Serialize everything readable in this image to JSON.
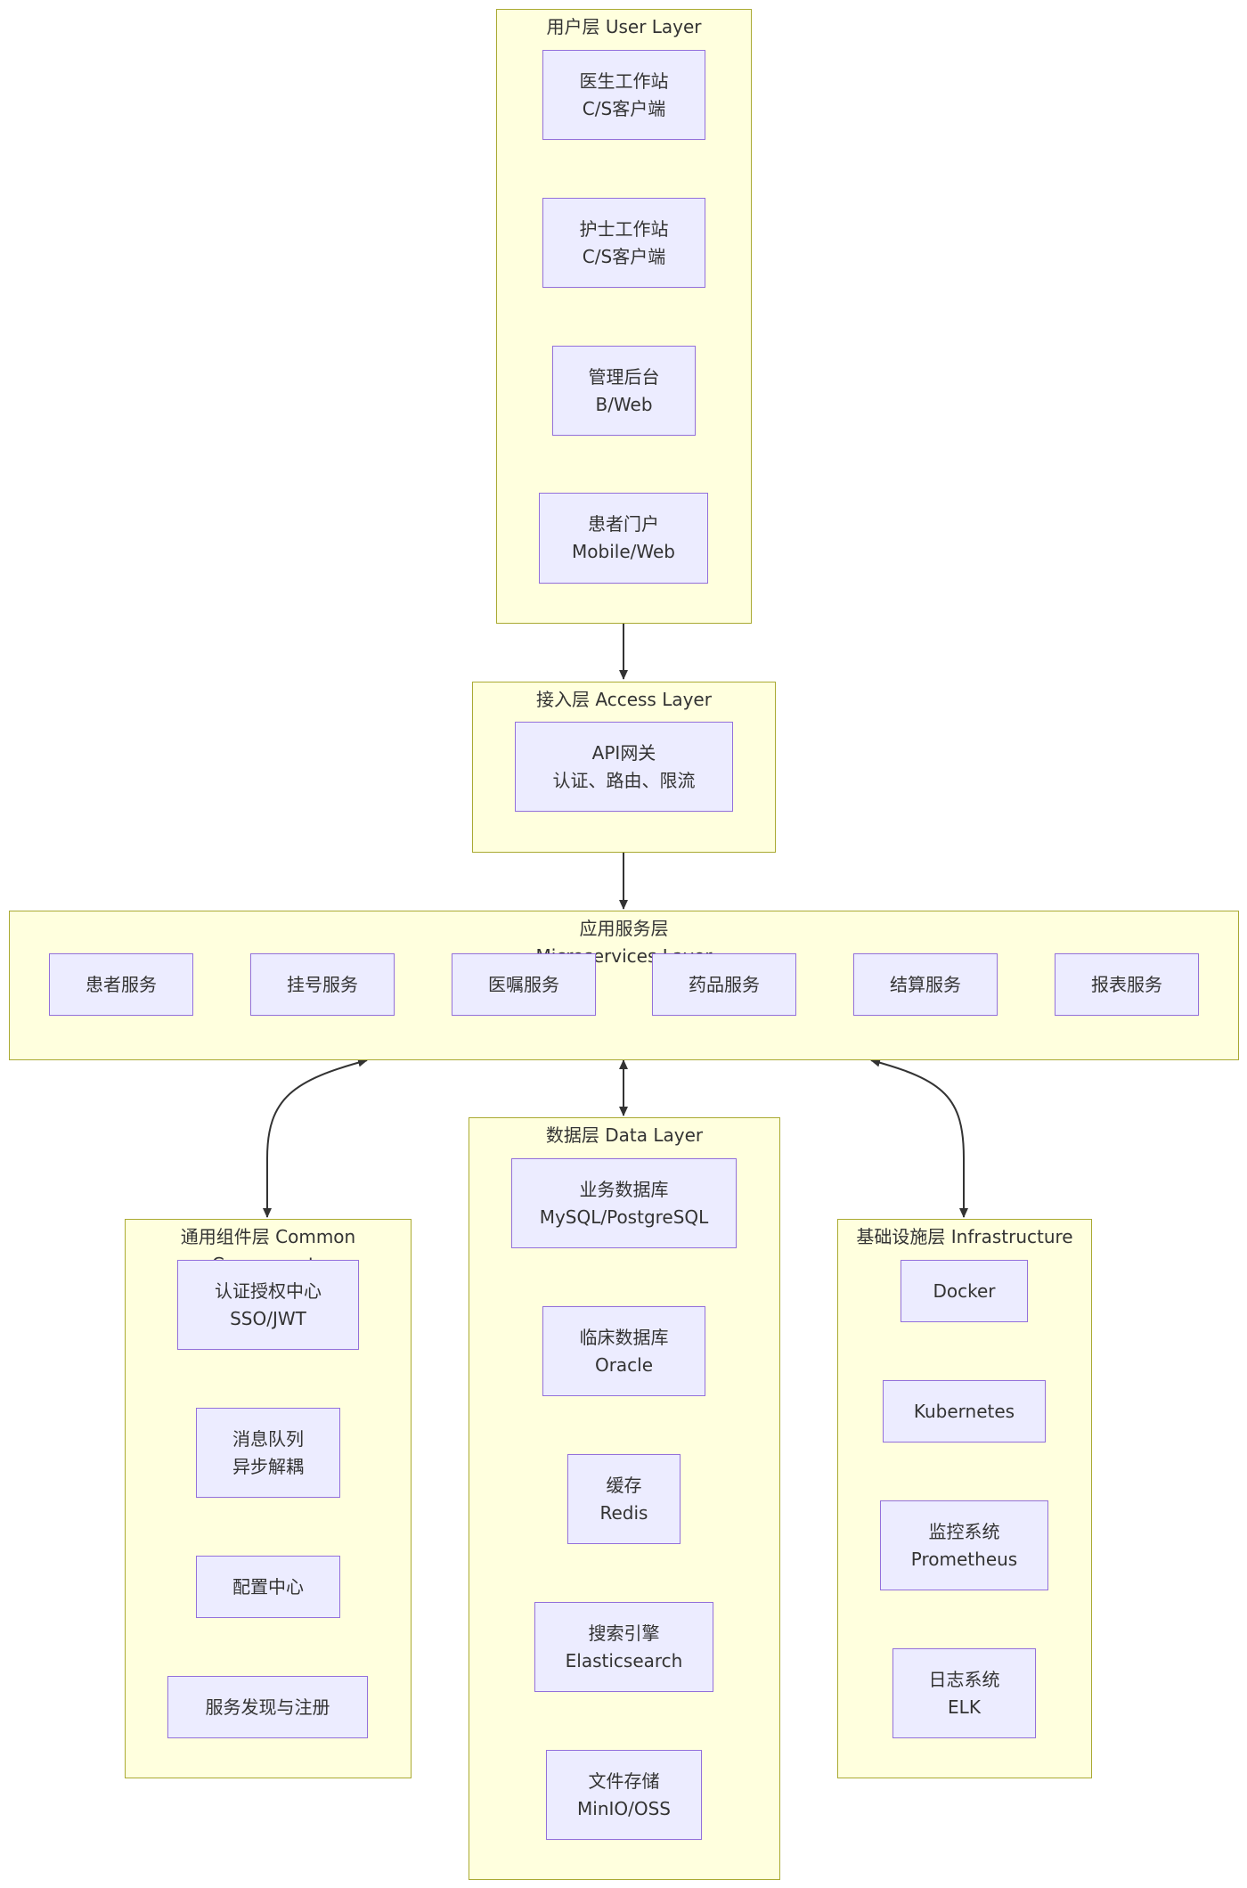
{
  "colors": {
    "cluster_fill": "#ffffde",
    "cluster_border": "#aaaa33",
    "node_fill": "#ececff",
    "node_border": "#9370db",
    "edge": "#333333",
    "text": "#333333"
  },
  "layers": {
    "user": {
      "title": "用户层 User Layer",
      "nodes": [
        "医生工作站\nC/S客户端",
        "护士工作站\nC/S客户端",
        "管理后台\nB/Web",
        "患者门户\nMobile/Web"
      ]
    },
    "access": {
      "title": "接入层 Access Layer",
      "nodes": [
        "API网关\n认证、路由、限流"
      ]
    },
    "services": {
      "title": "应用服务层\nMicroservices Layer",
      "nodes": [
        "患者服务",
        "挂号服务",
        "医嘱服务",
        "药品服务",
        "结算服务",
        "报表服务"
      ]
    },
    "common": {
      "title": "通用组件层 Common\nComponents",
      "nodes": [
        "认证授权中心\nSSO/JWT",
        "消息队列\n异步解耦",
        "配置中心",
        "服务发现与注册"
      ]
    },
    "data": {
      "title": "数据层 Data Layer",
      "nodes": [
        "业务数据库\nMySQL/PostgreSQL",
        "临床数据库\nOracle",
        "缓存\nRedis",
        "搜索引擎\nElasticsearch",
        "文件存储\nMinIO/OSS"
      ]
    },
    "infra": {
      "title": "基础设施层 Infrastructure",
      "nodes": [
        "Docker",
        "Kubernetes",
        "监控系统\nPrometheus",
        "日志系统\nELK"
      ]
    }
  },
  "edges": [
    {
      "from": "user",
      "to": "access",
      "direction": "forward"
    },
    {
      "from": "access",
      "to": "services",
      "direction": "forward"
    },
    {
      "from": "services",
      "to": "common",
      "direction": "both"
    },
    {
      "from": "services",
      "to": "data",
      "direction": "both"
    },
    {
      "from": "services",
      "to": "infra",
      "direction": "both"
    }
  ]
}
